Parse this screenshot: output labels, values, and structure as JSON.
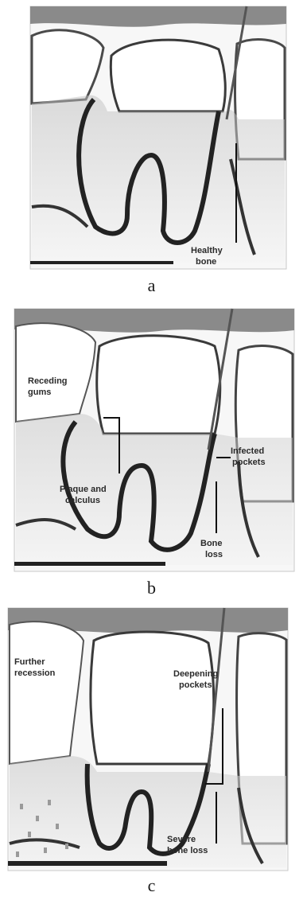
{
  "panels": [
    {
      "caption": "a",
      "labels": {
        "healthy_line1": "Healthy",
        "healthy_line2": "bone"
      }
    },
    {
      "caption": "b",
      "labels": {
        "receding_line1": "Receding",
        "receding_line2": "gums",
        "infected_line1": "Infected",
        "infected_line2": "pockets",
        "plaque_line1": "Plaque and",
        "plaque_line2": "calculus",
        "boneloss_line1": "Bone",
        "boneloss_line2": "loss"
      }
    },
    {
      "caption": "c",
      "labels": {
        "further_line1": "Further",
        "further_line2": "recession",
        "deepening_line1": "Deepening",
        "deepening_line2": "pockets",
        "severe_line1": "Severe",
        "severe_line2": "bone loss"
      }
    }
  ]
}
